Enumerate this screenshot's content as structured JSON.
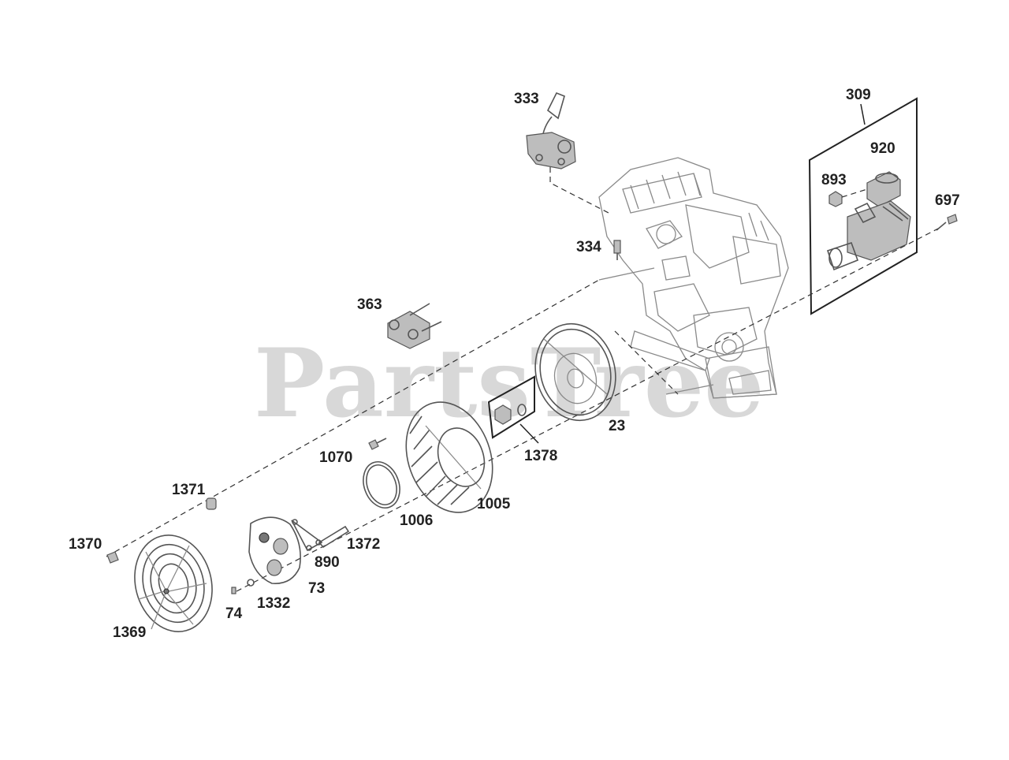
{
  "watermark": "PartsTree",
  "callouts": {
    "c333": "333",
    "c309": "309",
    "c920": "920",
    "c893": "893",
    "c697": "697",
    "c334": "334",
    "c363": "363",
    "c23": "23",
    "c1378": "1378",
    "c1070": "1070",
    "c1005": "1005",
    "c1371": "1371",
    "c1006": "1006",
    "c1370": "1370",
    "c1372": "1372",
    "c890": "890",
    "c73": "73",
    "c1332": "1332",
    "c74": "74",
    "c1369": "1369"
  }
}
